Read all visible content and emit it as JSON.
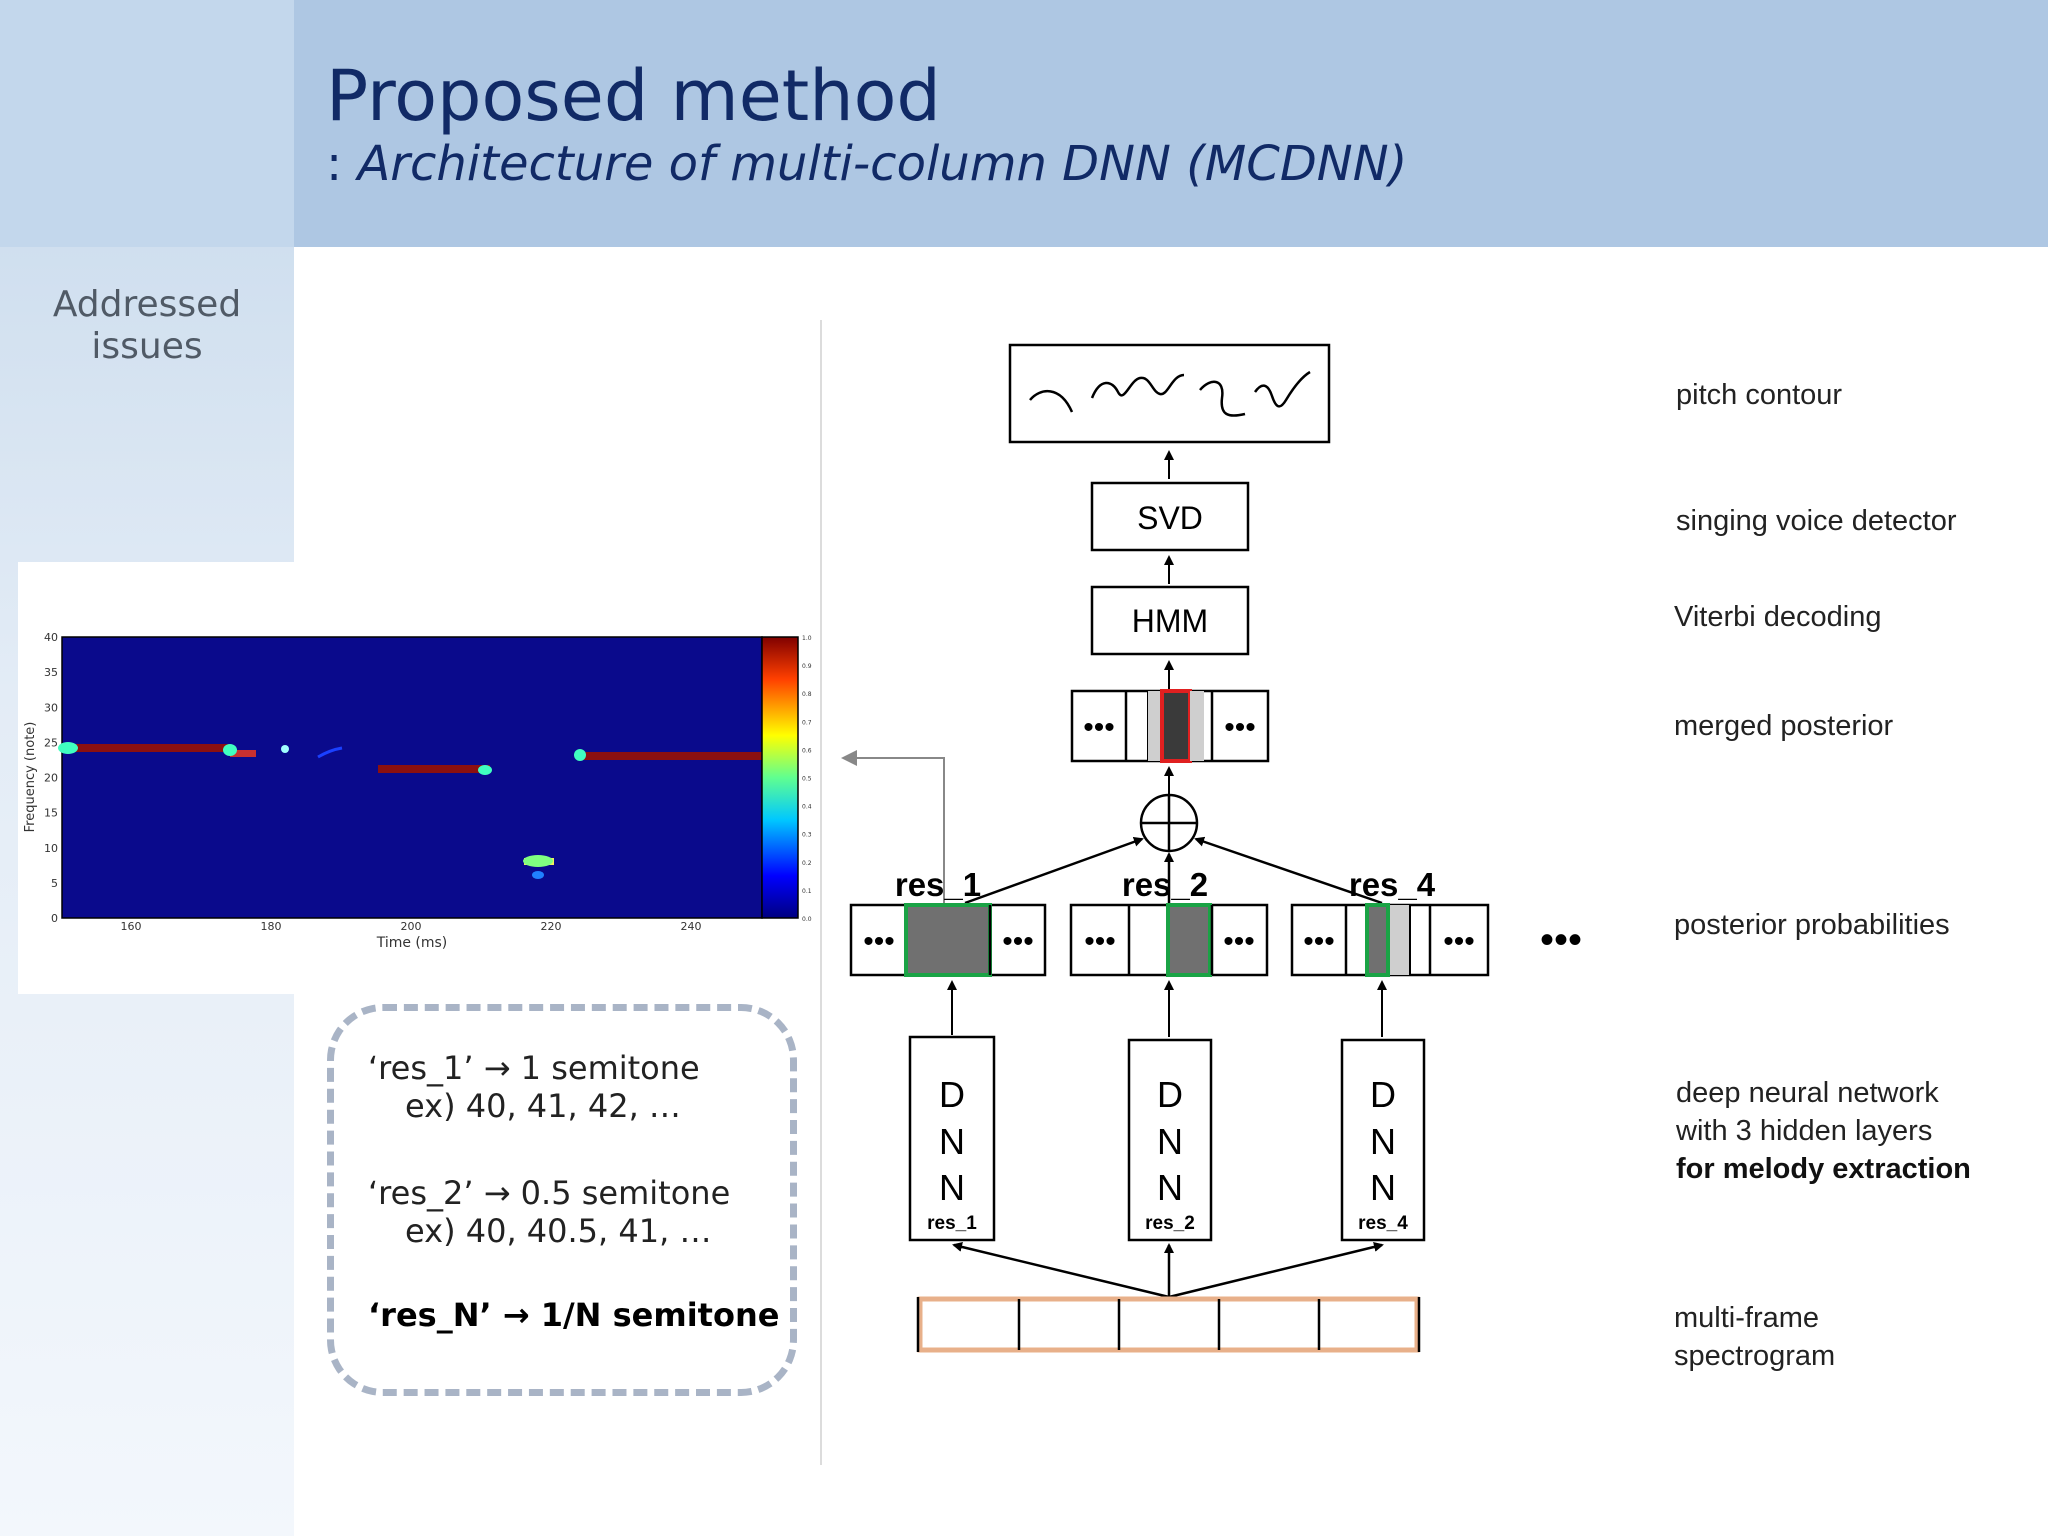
{
  "slide": {
    "title": "Proposed method",
    "subtitle_prefix": ": ",
    "subtitle": "Architecture of multi-column DNN (MCDNN)",
    "sidebar_label": "Addressed issues"
  },
  "spectrogram": {
    "ylabel": "Frequency (note)",
    "xlabel": "Time (ms)",
    "y_ticks": [
      "0",
      "5",
      "10",
      "15",
      "20",
      "25",
      "30",
      "35",
      "40"
    ],
    "x_ticks": [
      "160",
      "180",
      "200",
      "220",
      "240"
    ],
    "colorbar_ticks": [
      "0.0",
      "0.1",
      "0.2",
      "0.3",
      "0.4",
      "0.5",
      "0.6",
      "0.7",
      "0.8",
      "0.9",
      "1.0"
    ],
    "background_color": "#0a0a8c"
  },
  "notes": {
    "res1": "‘res_1’  → 1 semitone",
    "res1_ex": "ex) 40, 41, 42, …",
    "res2": "‘res_2’  → 0.5 semitone",
    "res2_ex": "ex) 40, 40.5, 41, …",
    "resN": "‘res_N’ → 1/N semitone"
  },
  "diagram": {
    "svd": "SVD",
    "hmm": "HMM",
    "dots": "•••",
    "columns": [
      {
        "label": "res_1",
        "dnn_letters": [
          "D",
          "N",
          "N"
        ],
        "dnn_label": "res_1"
      },
      {
        "label": "res_2",
        "dnn_letters": [
          "D",
          "N",
          "N"
        ],
        "dnn_label": "res_2"
      },
      {
        "label": "res_4",
        "dnn_letters": [
          "D",
          "N",
          "N"
        ],
        "dnn_label": "res_4"
      }
    ],
    "highlight_green": "#1aa345",
    "highlight_red": "#e02020",
    "spectrogram_border": "#e8b08a"
  },
  "layer_labels": {
    "pitch": "pitch contour",
    "svd": "singing voice detector",
    "viterbi": "Viterbi decoding",
    "merged": "merged posterior",
    "posterior": "posterior probabilities",
    "dnn1": "deep neural network",
    "dnn2": "with 3 hidden layers",
    "dnn3": "for melody extraction",
    "spec1": "multi-frame",
    "spec2": "spectrogram"
  }
}
